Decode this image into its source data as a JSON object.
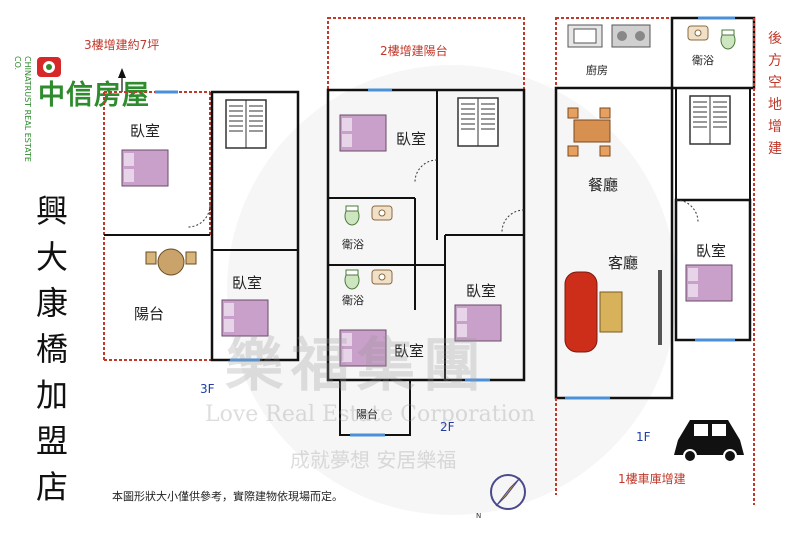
{
  "brand": {
    "name": "中信房屋",
    "english": "CHINATRUST REAL ESTATE CO.",
    "accent_green": "#2e8b2e",
    "accent_red": "#c0392b",
    "logo_icon": "brand-logo-icon"
  },
  "store_title": [
    "興",
    "大",
    "康",
    "橋",
    "加",
    "盟",
    "店"
  ],
  "floors": {
    "f3": {
      "label": "3F",
      "note": "3樓增建約7坪",
      "rooms": {
        "bedroom_top": "臥室",
        "bedroom_right": "臥室",
        "balcony": "陽台"
      }
    },
    "f2": {
      "label": "2F",
      "note": "2樓增建陽台",
      "rooms": {
        "bedroom_top": "臥室",
        "bath_1": "衛浴",
        "bath_2": "衛浴",
        "bedroom_mid": "臥室",
        "bedroom_right": "臥室",
        "balcony": "陽台"
      }
    },
    "f1": {
      "label": "1F",
      "note": "1樓車庫增建",
      "rooms": {
        "kitchen": "廚房",
        "bath": "衛浴",
        "dining": "餐廳",
        "living": "客廳",
        "bedroom": "臥室"
      }
    }
  },
  "right_note": [
    "後",
    "方",
    "空",
    "地",
    "增",
    "建"
  ],
  "disclaimer": "本圖形狀大小僅供參考，實際建物依現場而定。",
  "watermark": {
    "chinese": "樂福集團",
    "english": "Love Real Estate Corporation",
    "slogan": "成就夢想 安居樂福"
  },
  "icons": [
    "compass-icon",
    "car-icon",
    "bed-icon",
    "stairs-icon",
    "toilet-icon",
    "sink-icon",
    "stove-icon",
    "dining-table-icon",
    "sofa-icon",
    "up-arrow-icon"
  ]
}
